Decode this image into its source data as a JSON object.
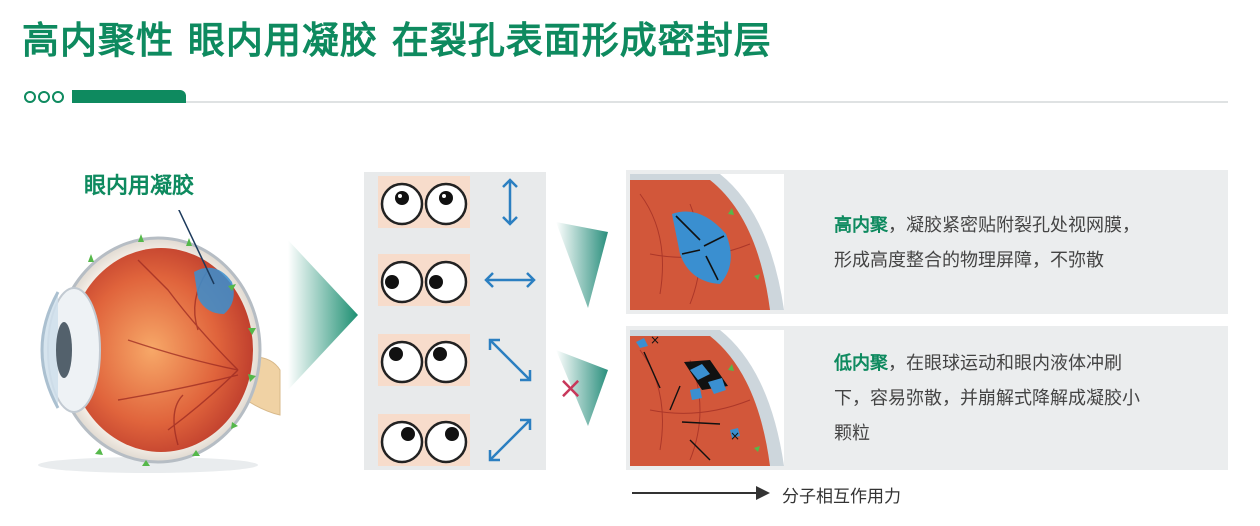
{
  "title": "高内聚性 眼内用凝胶 在裂孔表面形成密封层",
  "eye_label": "眼内用凝胶",
  "high": {
    "heading": "高内聚",
    "text_line1": "，凝胶紧密贴附裂孔处视网膜，",
    "text_line2": "形成高度整合的物理屏障，不弥散"
  },
  "low": {
    "heading": "低内聚",
    "text_line1": "，在眼球运动和眼内液体冲刷",
    "text_line2": "下，容易弥散，并崩解式降解成凝胶小",
    "text_line3": "颗粒"
  },
  "reject_mark": "×",
  "legend": {
    "label": "分子相互作用力"
  },
  "colors": {
    "accent": "#0e8a5f",
    "gel": "#3a8fd0",
    "reject": "#c8385b"
  }
}
